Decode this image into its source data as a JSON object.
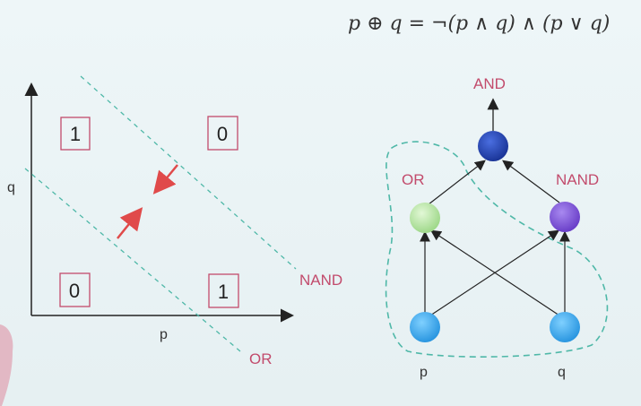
{
  "formula": "p ⊕ q = ¬(p ∧ q) ∧ (p ∨ q)",
  "plot": {
    "x_label": "p",
    "y_label": "q",
    "cells": [
      {
        "name": "cell-top-left",
        "value": "1"
      },
      {
        "name": "cell-top-right",
        "value": "0"
      },
      {
        "name": "cell-bottom-left",
        "value": "0"
      },
      {
        "name": "cell-bottom-right",
        "value": "1"
      }
    ],
    "line_labels": {
      "nand": "NAND",
      "or": "OR"
    }
  },
  "network": {
    "output_label": "AND",
    "hidden_left_label": "OR",
    "hidden_right_label": "NAND",
    "input_left_label": "p",
    "input_right_label": "q"
  },
  "colors": {
    "accent_red": "#e04a4a",
    "dashed_line": "#4fb8a8",
    "node_output": "#1f3fae",
    "node_or": "#b9e8a4",
    "node_nand": "#7a4fd8",
    "node_input": "#3aa6ea"
  }
}
